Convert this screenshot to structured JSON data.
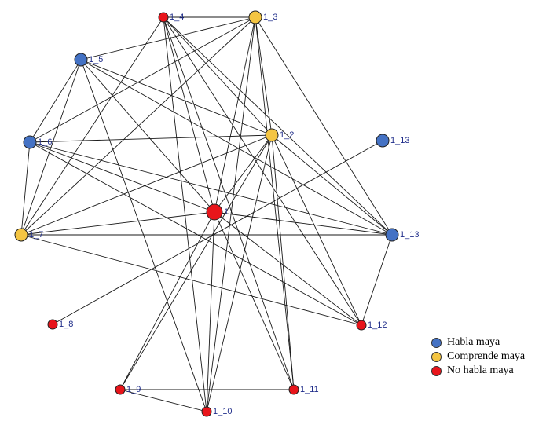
{
  "colors": {
    "habla": "#4472c4",
    "comprende": "#f4c542",
    "no_habla": "#e8151b"
  },
  "nodes": [
    {
      "id": "1",
      "label": "1",
      "status": "no_habla"
    },
    {
      "id": "1_2",
      "label": "1_2",
      "status": "comprende"
    },
    {
      "id": "1_3",
      "label": "1_3",
      "status": "comprende"
    },
    {
      "id": "1_4",
      "label": "1_4",
      "status": "no_habla"
    },
    {
      "id": "1_5",
      "label": "1_5",
      "status": "habla"
    },
    {
      "id": "1_6",
      "label": "1_6",
      "status": "habla"
    },
    {
      "id": "1_7",
      "label": "1_7",
      "status": "comprende"
    },
    {
      "id": "1_8",
      "label": "1_8",
      "status": "no_habla"
    },
    {
      "id": "1_9",
      "label": "1_9",
      "status": "no_habla"
    },
    {
      "id": "1_10",
      "label": "1_10",
      "status": "no_habla"
    },
    {
      "id": "1_11",
      "label": "1_11",
      "status": "no_habla"
    },
    {
      "id": "1_12",
      "label": "1_12",
      "status": "no_habla"
    },
    {
      "id": "1_13a",
      "label": "1_13",
      "status": "habla"
    },
    {
      "id": "1_13b",
      "label": "1_13",
      "status": "habla"
    }
  ],
  "edges": [
    [
      "1_4",
      "1_3"
    ],
    [
      "1_4",
      "1_2"
    ],
    [
      "1_4",
      "1"
    ],
    [
      "1_4",
      "1_10"
    ],
    [
      "1_4",
      "1_11"
    ],
    [
      "1_4",
      "1_12"
    ],
    [
      "1_4",
      "1_13b"
    ],
    [
      "1_4",
      "1_7"
    ],
    [
      "1_3",
      "1_5"
    ],
    [
      "1_3",
      "1_6"
    ],
    [
      "1_3",
      "1_2"
    ],
    [
      "1_3",
      "1"
    ],
    [
      "1_3",
      "1_10"
    ],
    [
      "1_3",
      "1_11"
    ],
    [
      "1_3",
      "1_13b"
    ],
    [
      "1_3",
      "1_7"
    ],
    [
      "1_5",
      "1_2"
    ],
    [
      "1_5",
      "1_13b"
    ],
    [
      "1_5",
      "1"
    ],
    [
      "1_5",
      "1_6"
    ],
    [
      "1_5",
      "1_7"
    ],
    [
      "1_5",
      "1_10"
    ],
    [
      "1_6",
      "1_2"
    ],
    [
      "1_6",
      "1"
    ],
    [
      "1_6",
      "1_13b"
    ],
    [
      "1_6",
      "1_12"
    ],
    [
      "1_6",
      "1_7"
    ],
    [
      "1_2",
      "1_7"
    ],
    [
      "1_2",
      "1"
    ],
    [
      "1_2",
      "1_9"
    ],
    [
      "1_2",
      "1_10"
    ],
    [
      "1_2",
      "1_11"
    ],
    [
      "1_2",
      "1_12"
    ],
    [
      "1_2",
      "1_13b"
    ],
    [
      "1_7",
      "1"
    ],
    [
      "1_7",
      "1_13b"
    ],
    [
      "1_7",
      "1_12"
    ],
    [
      "1_13a",
      "1_8"
    ],
    [
      "1",
      "1_13b"
    ],
    [
      "1",
      "1_9"
    ],
    [
      "1",
      "1_10"
    ],
    [
      "1",
      "1_11"
    ],
    [
      "1",
      "1_12"
    ],
    [
      "1_13b",
      "1_12"
    ],
    [
      "1_9",
      "1_10"
    ],
    [
      "1_9",
      "1_11"
    ]
  ],
  "legend": [
    {
      "label": "Habla maya",
      "status": "habla"
    },
    {
      "label": "Comprende maya",
      "status": "comprende"
    },
    {
      "label": "No habla maya",
      "status": "no_habla"
    }
  ]
}
